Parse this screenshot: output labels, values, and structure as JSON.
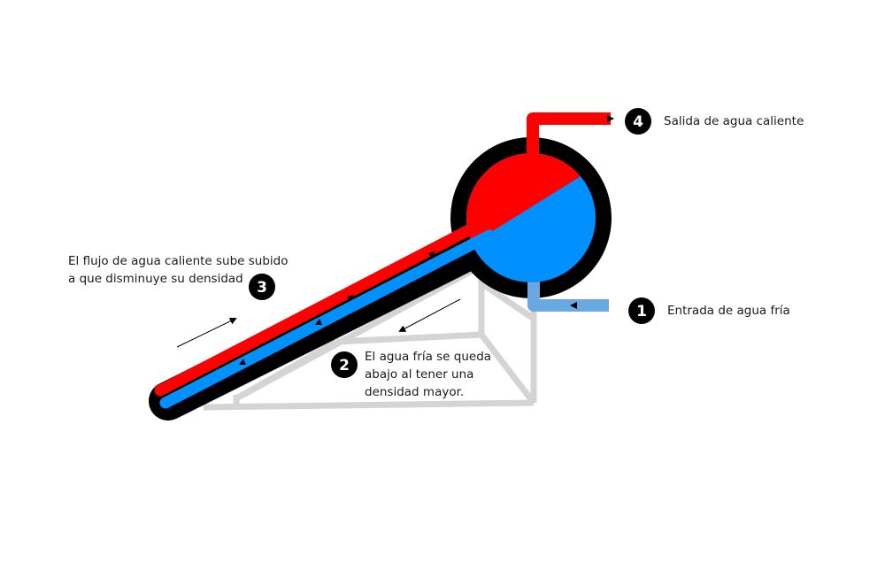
{
  "colors": {
    "hot": "#ff0000",
    "cold": "#0090ff",
    "inlet": "#6aa8e0",
    "casing": "#000000",
    "frame": "#d4d4d4"
  },
  "steps": [
    {
      "number": "1",
      "lines": [
        "Entrada de agua fría"
      ]
    },
    {
      "number": "2",
      "lines": [
        "El agua fría se queda",
        "abajo al tener una",
        "densidad mayor."
      ]
    },
    {
      "number": "3",
      "lines": [
        "El flujo de agua caliente sube subido",
        "a que disminuye su densidad"
      ]
    },
    {
      "number": "4",
      "lines": [
        "Salida de agua caliente"
      ]
    }
  ]
}
